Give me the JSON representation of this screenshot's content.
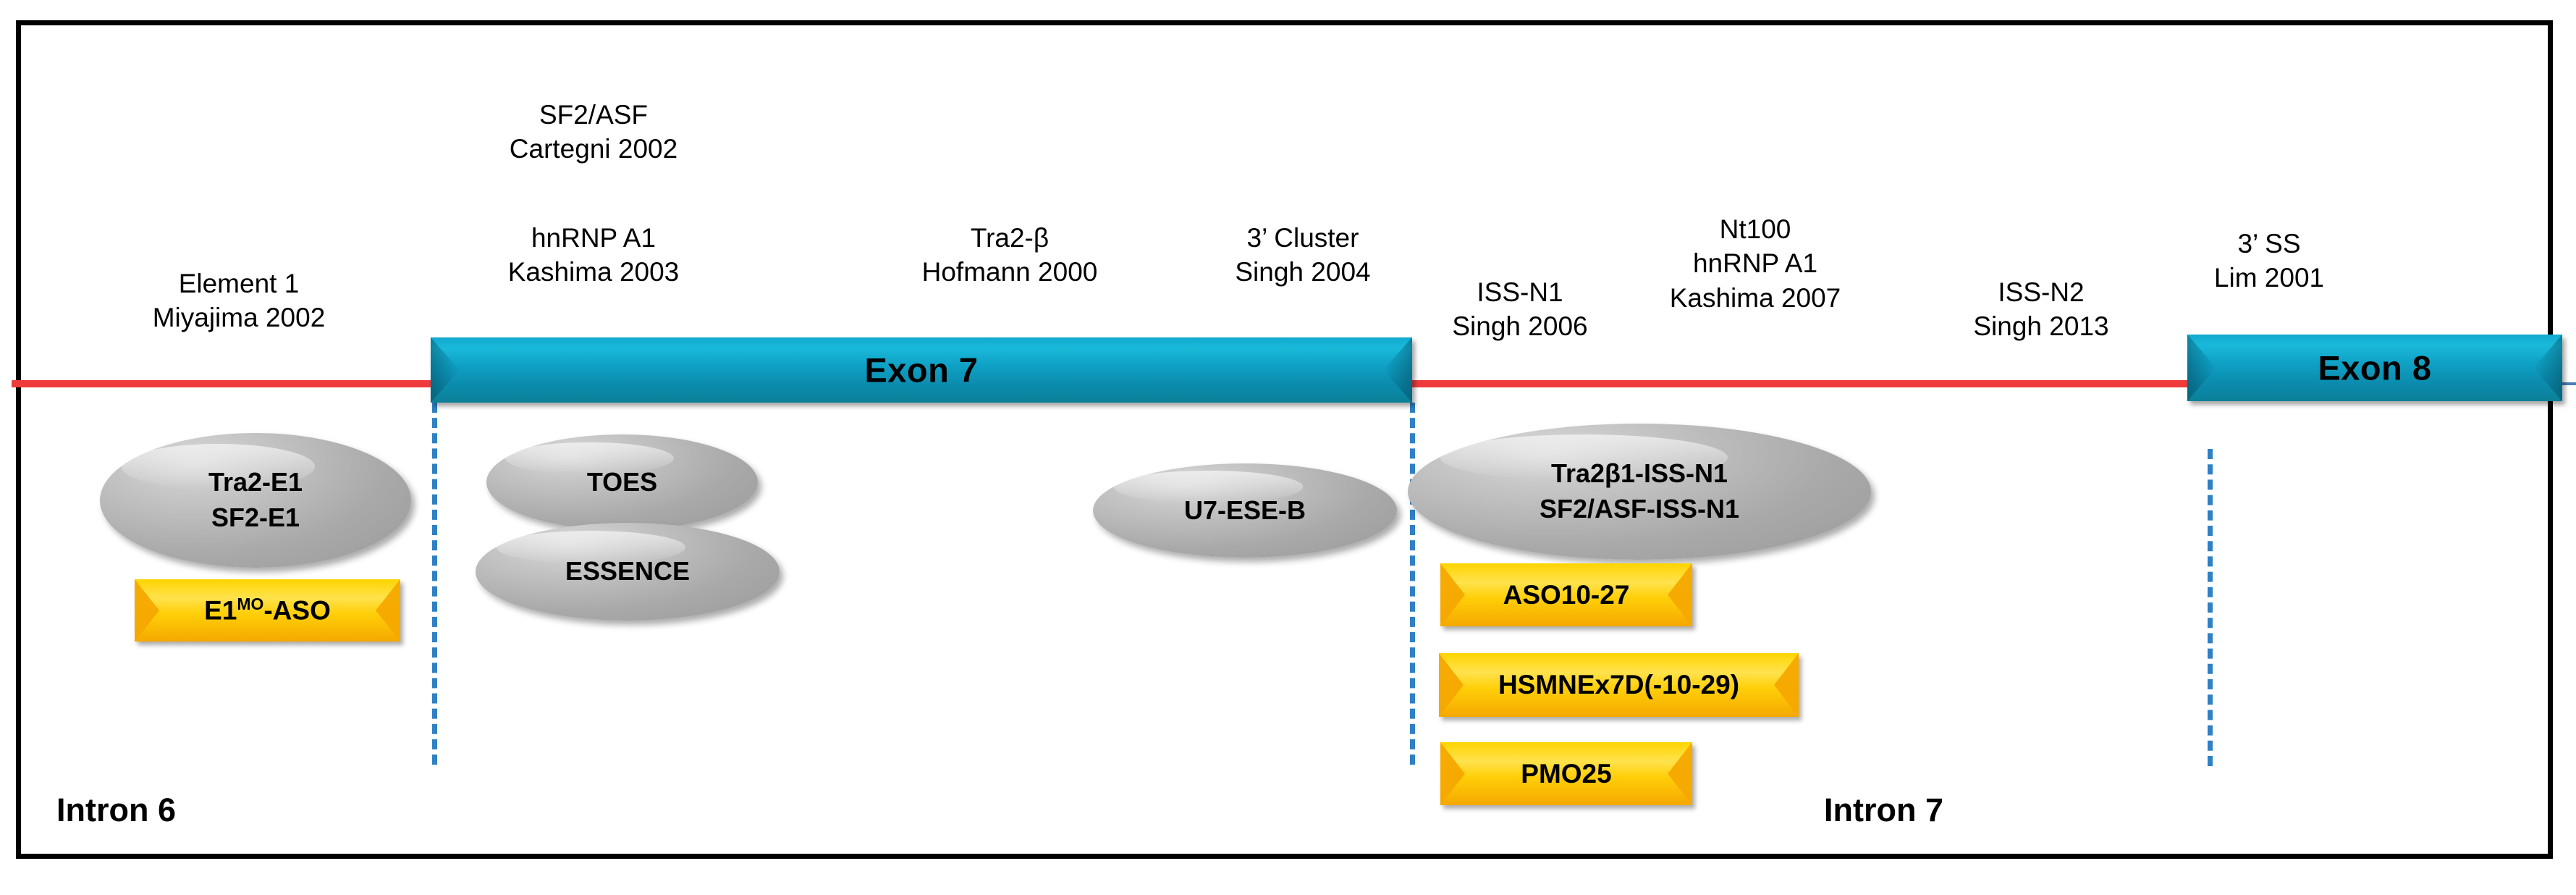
{
  "figure": {
    "title": "SMN2 exon 7 splicing regulatory elements and antisense oligonucleotide targets",
    "colors": {
      "exon_fill": "#0fa2c6",
      "intron_line": "#ef3b3b",
      "guide_dashed": "#2f80c4",
      "oval_fill": "#a9a9a9",
      "aso_fill": "#ffcf08",
      "frame_border": "#000000",
      "exon8_tail": "#4a7ebb"
    }
  },
  "exons": [
    {
      "id": "exon7",
      "label": "Exon 7"
    },
    {
      "id": "exon8",
      "label": "Exon 8"
    }
  ],
  "introns": [
    {
      "id": "intron6",
      "label": "Intron 6"
    },
    {
      "id": "intron7",
      "label": "Intron 7"
    }
  ],
  "annotations": [
    {
      "id": "element1",
      "lines": [
        "Element 1",
        "Miyajima 2002"
      ]
    },
    {
      "id": "sf2asf",
      "lines": [
        "SF2/ASF",
        "Cartegni 2002"
      ]
    },
    {
      "id": "hnrnpa1_e7",
      "lines": [
        "hnRNP A1",
        "Kashima 2003"
      ]
    },
    {
      "id": "tra2beta",
      "lines": [
        "Tra2-β",
        "Hofmann 2000"
      ]
    },
    {
      "id": "cluster3",
      "lines": [
        "3’ Cluster",
        "Singh 2004"
      ]
    },
    {
      "id": "issn1",
      "lines": [
        "ISS-N1",
        "Singh 2006"
      ]
    },
    {
      "id": "nt100",
      "lines": [
        "Nt100",
        "hnRNP A1",
        "Kashima 2007"
      ]
    },
    {
      "id": "issn2",
      "lines": [
        "ISS-N2",
        "Singh 2013"
      ]
    },
    {
      "id": "ss3",
      "lines": [
        "3’ SS",
        "Lim 2001"
      ]
    }
  ],
  "ovals": [
    {
      "id": "tra2-e1",
      "lines": [
        "Tra2-E1",
        "SF2-E1"
      ]
    },
    {
      "id": "toes",
      "lines": [
        "TOES"
      ]
    },
    {
      "id": "essence",
      "lines": [
        "ESSENCE"
      ]
    },
    {
      "id": "u7-ese-b",
      "lines": [
        "U7-ESE-B"
      ]
    },
    {
      "id": "tra2b1-issn1",
      "lines": [
        "Tra2β1-ISS-N1",
        "SF2/ASF-ISS-N1"
      ]
    }
  ],
  "aso_boxes": [
    {
      "id": "e1mo-aso",
      "label": "E1MO-ASO",
      "base": "E1",
      "sup": "MO",
      "tail": "-ASO"
    },
    {
      "id": "aso10-27",
      "label": "ASO10-27"
    },
    {
      "id": "hsmnex7d",
      "label": "HSMNEx7D(-10-29)"
    },
    {
      "id": "pmo25",
      "label": "PMO25"
    }
  ]
}
